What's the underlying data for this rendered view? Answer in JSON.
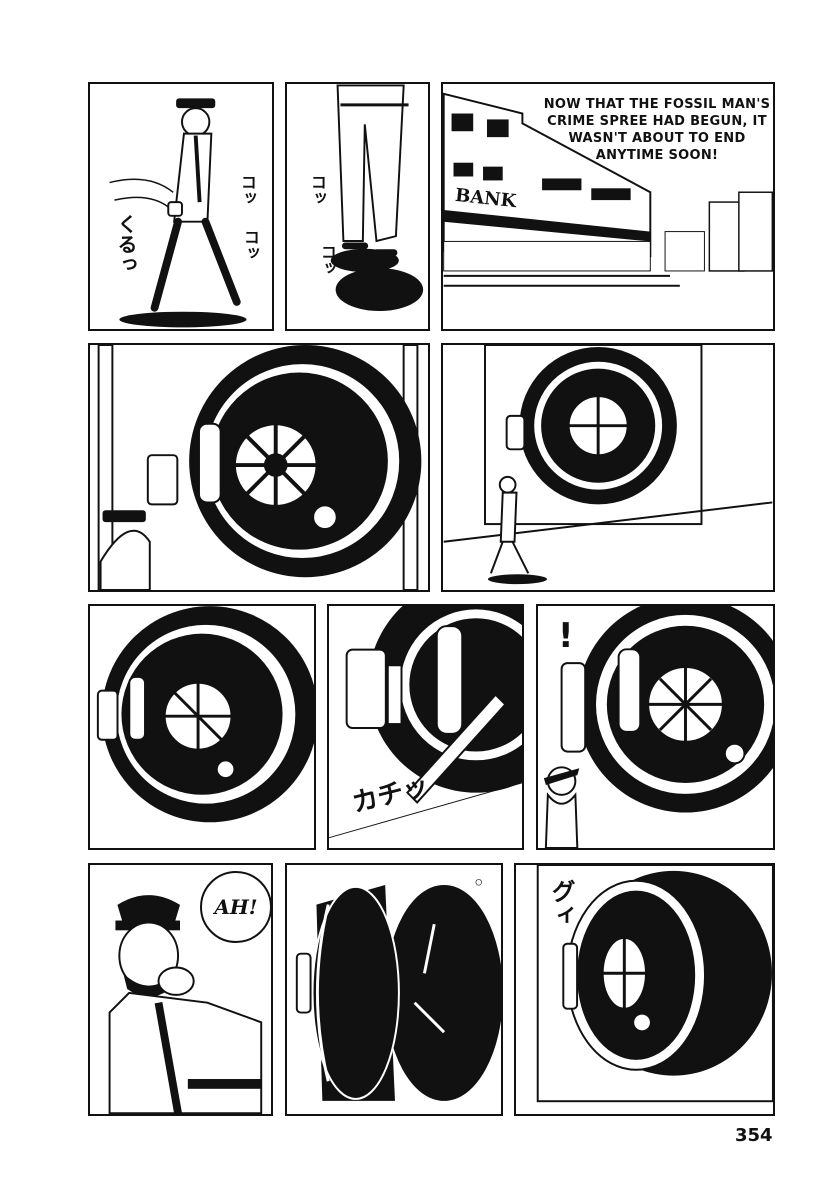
{
  "panels": {
    "p1": {
      "sfx": [
        "コッ",
        "コッ",
        "くるっ"
      ]
    },
    "p2": {
      "sfx": [
        "コッ",
        "コッ"
      ]
    },
    "p3": {
      "caption": "NOW THAT THE FOSSIL MAN'S CRIME SPREE HAD BEGUN, IT WASN'T ABOUT TO END ANYTIME SOON!",
      "sign": "BANK"
    },
    "p8": {
      "sfx": "カチッ"
    },
    "p9": {
      "sfx": "!"
    },
    "p10": {
      "speech": "AH!"
    },
    "p12": {
      "sfx": "グィ"
    }
  },
  "page_number": "354",
  "colors": {
    "ink": "#111111",
    "paper": "#ffffff"
  },
  "icons": [
    "vault-door-icon",
    "guard-figure-icon",
    "building-icon"
  ]
}
